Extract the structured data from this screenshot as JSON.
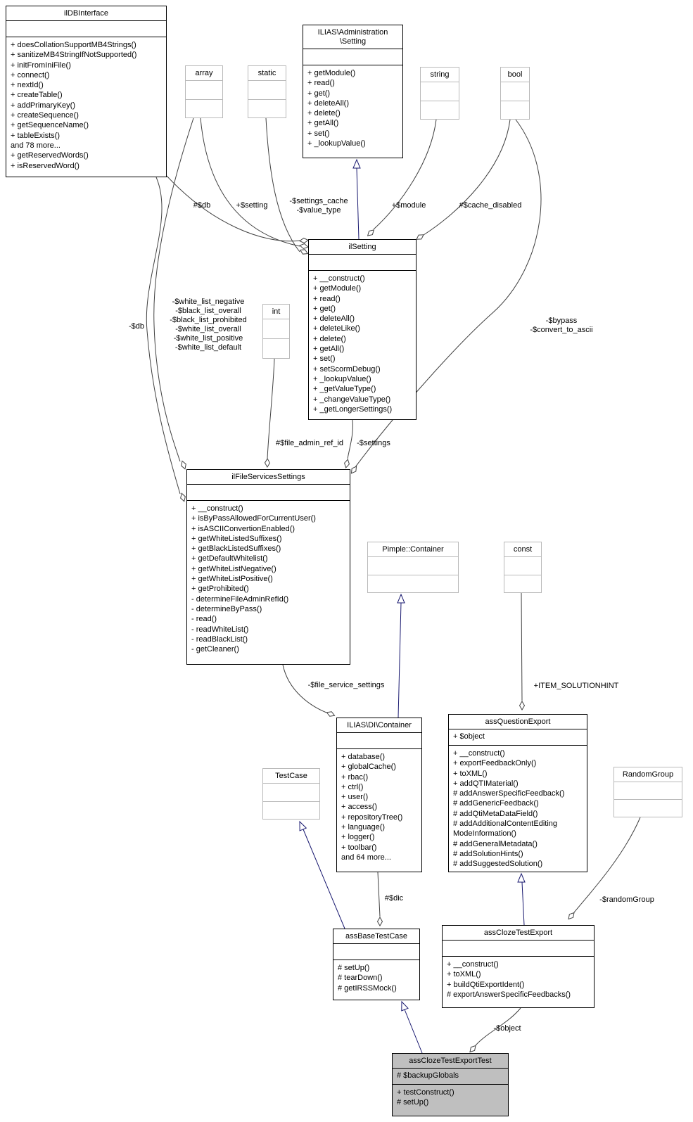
{
  "diagram": {
    "kind": "uml-collaboration-diagram",
    "colors": {
      "inheritance_edge": "#191970",
      "association_edge": "#404040",
      "box_border": "#000000",
      "external_box_border": "#b9b9b9",
      "current_node_fill": "#bfbfbf",
      "background": "#ffffff"
    }
  },
  "classes": {
    "ildbinterface": {
      "name": "ilDBInterface",
      "attributes": [],
      "methods": [
        "+ doesCollationSupportMB4Strings()",
        "+ sanitizeMB4StringIfNotSupported()",
        "+ initFromIniFile()",
        "+ connect()",
        "+ nextId()",
        "+ createTable()",
        "+ addPrimaryKey()",
        "+ createSequence()",
        "+ getSequenceName()",
        "+ tableExists()",
        "and 78 more...",
        "+ getReservedWords()",
        "+ isReservedWord()"
      ]
    },
    "adminsetting": {
      "name": "ILIAS\\Administration\n\\Setting",
      "attributes": [],
      "methods": [
        "+ getModule()",
        "+ read()",
        "+ get()",
        "+ deleteAll()",
        "+ delete()",
        "+ getAll()",
        "+ set()",
        "+ _lookupValue()"
      ]
    },
    "array": {
      "name": "array",
      "attributes": [],
      "methods": []
    },
    "static": {
      "name": "static",
      "attributes": [],
      "methods": []
    },
    "string": {
      "name": "string",
      "attributes": [],
      "methods": []
    },
    "bool": {
      "name": "bool",
      "attributes": [],
      "methods": []
    },
    "int": {
      "name": "int",
      "attributes": [],
      "methods": []
    },
    "ilsetting": {
      "name": "ilSetting",
      "attributes": [],
      "methods": [
        "+ __construct()",
        "+ getModule()",
        "+ read()",
        "+ get()",
        "+ deleteAll()",
        "+ deleteLike()",
        "+ delete()",
        "+ getAll()",
        "+ set()",
        "+ setScormDebug()",
        "+ _lookupValue()",
        "+ _getValueType()",
        "+ _changeValueType()",
        "+ _getLongerSettings()"
      ]
    },
    "filesettings": {
      "name": "ilFileServicesSettings",
      "attributes": [],
      "methods": [
        "+ __construct()",
        "+ isByPassAllowedForCurrentUser()",
        "+ isASCIIConvertionEnabled()",
        "+ getWhiteListedSuffixes()",
        "+ getBlackListedSuffixes()",
        "+ getDefaultWhitelist()",
        "+ getWhiteListNegative()",
        "+ getWhiteListPositive()",
        "+ getProhibited()",
        "- determineFileAdminRefId()",
        "- determineByPass()",
        "- read()",
        "- readWhiteList()",
        "- readBlackList()",
        "- getCleaner()"
      ]
    },
    "pimple": {
      "name": "Pimple::Container",
      "attributes": [],
      "methods": []
    },
    "const": {
      "name": "const",
      "attributes": [],
      "methods": []
    },
    "dicontainer": {
      "name": "ILIAS\\DI\\Container",
      "attributes": [],
      "methods": [
        "+ database()",
        "+ globalCache()",
        "+ rbac()",
        "+ ctrl()",
        "+ user()",
        "+ access()",
        "+ repositoryTree()",
        "+ language()",
        "+ logger()",
        "+ toolbar()",
        "and 64 more..."
      ]
    },
    "questionexport": {
      "name": "assQuestionExport",
      "attributes": [
        "+ $object"
      ],
      "methods": [
        "+ __construct()",
        "+ exportFeedbackOnly()",
        "+ toXML()",
        "+ addQTIMaterial()",
        "# addAnswerSpecificFeedback()",
        "# addGenericFeedback()",
        "# addQtiMetaDataField()",
        "# addAdditionalContentEditing",
        "ModeInformation()",
        "# addGeneralMetadata()",
        "# addSolutionHints()",
        "# addSuggestedSolution()"
      ]
    },
    "testcase": {
      "name": "TestCase",
      "attributes": [],
      "methods": []
    },
    "randomgroup": {
      "name": "RandomGroup",
      "attributes": [],
      "methods": []
    },
    "basetestcase": {
      "name": "assBaseTestCase",
      "attributes": [],
      "methods": [
        "# setUp()",
        "# tearDown()",
        "# getIRSSMock()"
      ]
    },
    "clozeexport": {
      "name": "assClozeTestExport",
      "attributes": [],
      "methods": [
        "+ __construct()",
        "+ toXML()",
        "+ buildQtiExportIdent()",
        "# exportAnswerSpecificFeedbacks()"
      ]
    },
    "clozeexporttest": {
      "name": "assClozeTestExportTest",
      "attributes": [
        "# $backupGlobals"
      ],
      "methods": [
        "+ testConstruct()",
        "# setUp()"
      ]
    }
  },
  "edge_labels": {
    "db_protected": "#$db",
    "setting_public": "+$setting",
    "settings_cache": "-$settings_cache\n-$value_type",
    "module": "+$module",
    "cache_disabled": "#$cache_disabled",
    "db_private": "-$db",
    "white_lists": "-$white_list_negative\n-$black_list_overall\n-$black_list_prohibited\n-$white_list_overall\n-$white_list_positive\n-$white_list_default",
    "bypass": "-$bypass\n-$convert_to_ascii",
    "file_admin_ref_id": "#$file_admin_ref_id",
    "settings_private": "-$settings",
    "file_service_settings": "-$file_service_settings",
    "item_solutionhint": "+ITEM_SOLUTIONHINT",
    "dic": "#$dic",
    "random_group": "-$randomGroup",
    "object": "-$object"
  }
}
